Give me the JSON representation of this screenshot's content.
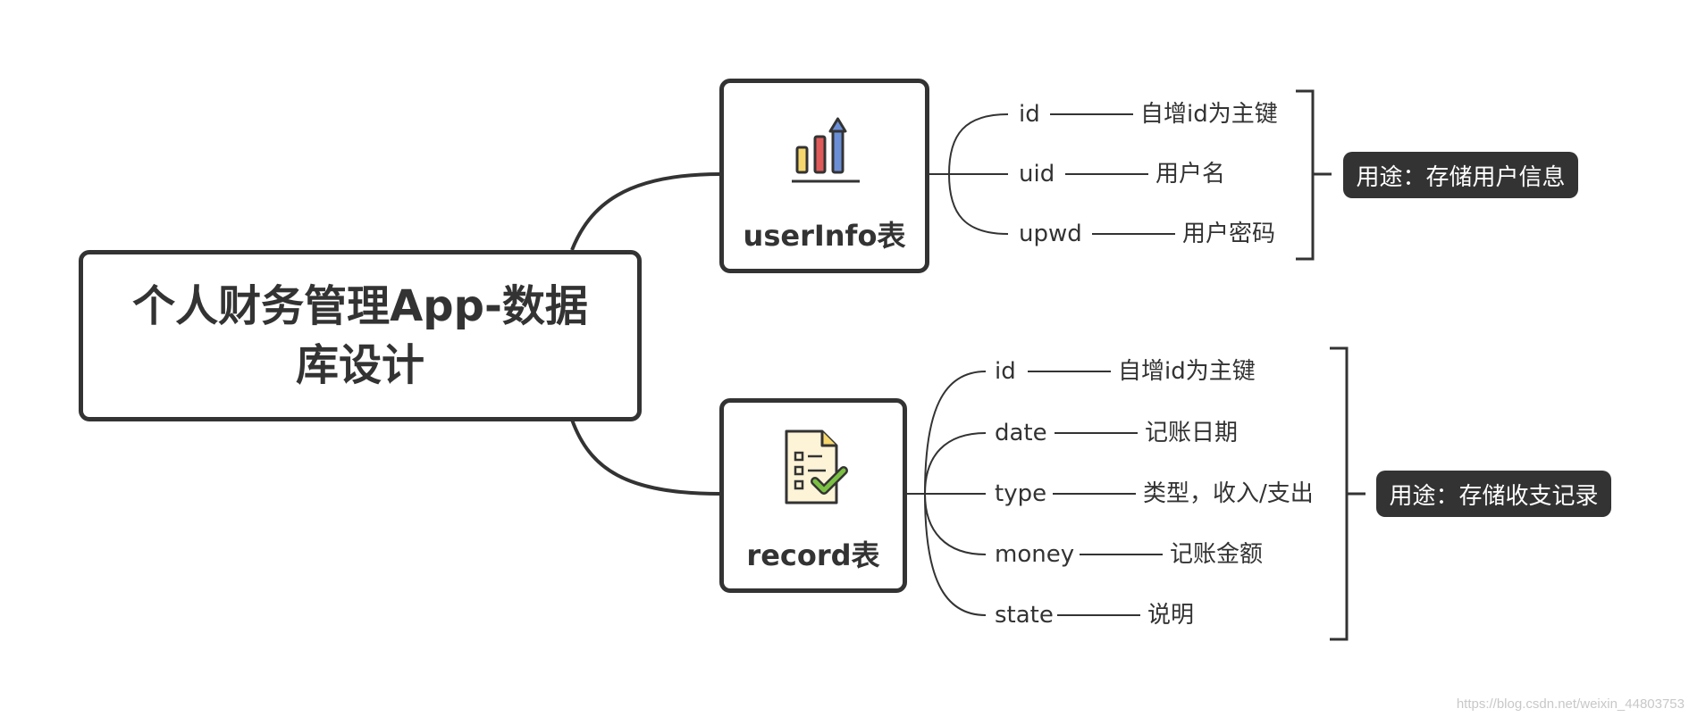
{
  "root": {
    "title": "个人财务管理App-数据库设计"
  },
  "tables": [
    {
      "title": "userInfo表",
      "icon": "bar-chart-icon",
      "fields": [
        {
          "name": "id",
          "desc": "自增id为主键"
        },
        {
          "name": "uid",
          "desc": "用户名"
        },
        {
          "name": "upwd",
          "desc": "用户密码"
        }
      ],
      "purpose": "用途：存储用户信息"
    },
    {
      "title": "record表",
      "icon": "checklist-document-icon",
      "fields": [
        {
          "name": "id",
          "desc": "自增id为主键"
        },
        {
          "name": "date",
          "desc": "记账日期"
        },
        {
          "name": "type",
          "desc": "类型，收入/支出"
        },
        {
          "name": "money",
          "desc": "记账金额"
        },
        {
          "name": "state",
          "desc": "说明"
        }
      ],
      "purpose": "用途：存储收支记录"
    }
  ],
  "watermark": "https://blog.csdn.net/weixin_44803753",
  "colors": {
    "line": "#333333",
    "text": "#333333",
    "purpose_bg": "#333333",
    "purpose_text": "#ffffff",
    "bar_yellow": "#f5d76e",
    "bar_red": "#e05a5a",
    "bar_blue": "#6b8fd6",
    "doc_paper": "#fdf4d8",
    "check_green": "#7bc043"
  }
}
